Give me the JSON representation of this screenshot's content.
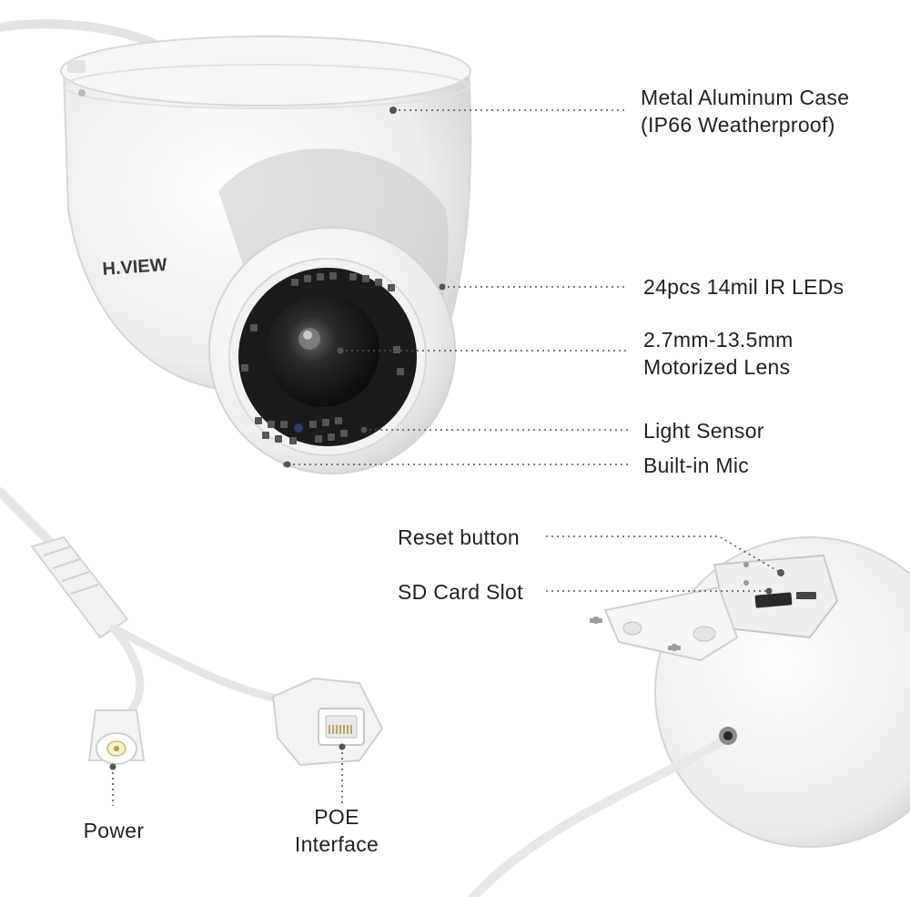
{
  "brand": {
    "logo_text": "H.VIEW"
  },
  "callouts": {
    "case": {
      "line1": "Metal Aluminum Case",
      "line2": "(IP66 Weatherproof)"
    },
    "ir_leds": {
      "line1": "24pcs 14mil IR LEDs"
    },
    "lens": {
      "line1": "2.7mm-13.5mm",
      "line2": "Motorized Lens"
    },
    "light_sensor": {
      "line1": "Light Sensor"
    },
    "mic": {
      "line1": "Built-in Mic"
    },
    "reset": {
      "line1": "Reset button"
    },
    "sd_slot": {
      "line1": "SD Card Slot"
    },
    "power": {
      "line1": "Power"
    },
    "poe": {
      "line1": "POE",
      "line2": "Interface"
    }
  },
  "colors": {
    "body_white": "#f4f4f4",
    "shadow_gray": "#cfcfcf",
    "lens_dark": "#1c1c1c",
    "ir_led": "#5a5a5a",
    "leader_line": "#555555",
    "text": "#222222"
  }
}
